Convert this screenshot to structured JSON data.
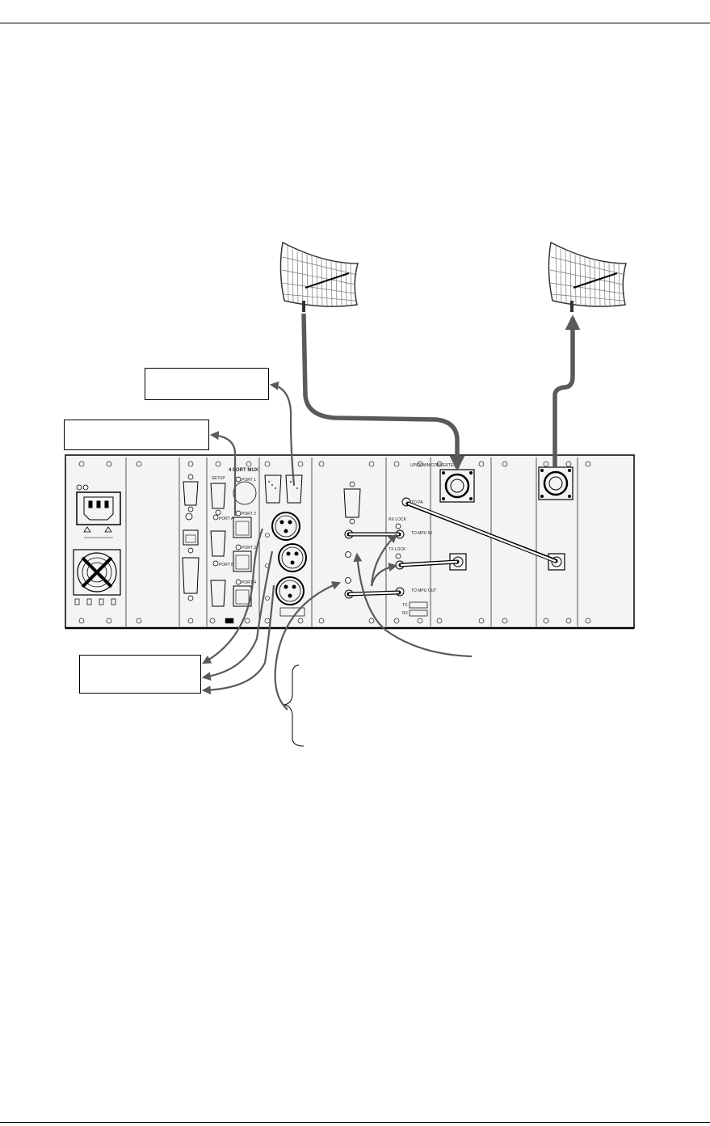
{
  "mux": {
    "title": "4 PORT MUX",
    "setup": "SETUP",
    "ports": [
      "PORT 1",
      "PORT 2",
      "PORT 3",
      "PORT 4"
    ],
    "port_a": "PORT A",
    "port_b": "PORT B"
  },
  "converter": {
    "title": "UP/DOWN CONVERTER",
    "to_pa": "TO PA",
    "to_mpu_in": "TO MPU IN",
    "to_mpu_out": "TO MPU OUT",
    "rx_lock": "RX LOCK",
    "tx_lock": "TX LOCK",
    "tx": "TX",
    "rx": "RX"
  },
  "colors": {
    "cable": "#5a5a5a",
    "panel": "#f4f4f4",
    "line": "#000000"
  }
}
